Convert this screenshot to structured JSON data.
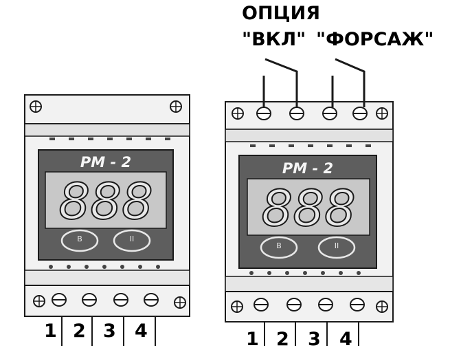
{
  "annotation": {
    "line1": "ОПЦИЯ",
    "label_on": "\"ВКЛ\"",
    "label_boost": "\"ФОРСАЖ\""
  },
  "devices": [
    {
      "model": "PM - 2",
      "display": "888",
      "button_1": "B",
      "button_2": "II",
      "terminals": [
        "1",
        "2",
        "3",
        "4"
      ]
    },
    {
      "model": "PM - 2",
      "display": "888",
      "button_1": "B",
      "button_2": "II",
      "terminals": [
        "1",
        "2",
        "3",
        "4"
      ]
    }
  ],
  "colors": {
    "housing": "#f2f2f2",
    "panel": "#5e5e5e",
    "display": "#c8c8c8",
    "outline": "#1a1a1a"
  }
}
